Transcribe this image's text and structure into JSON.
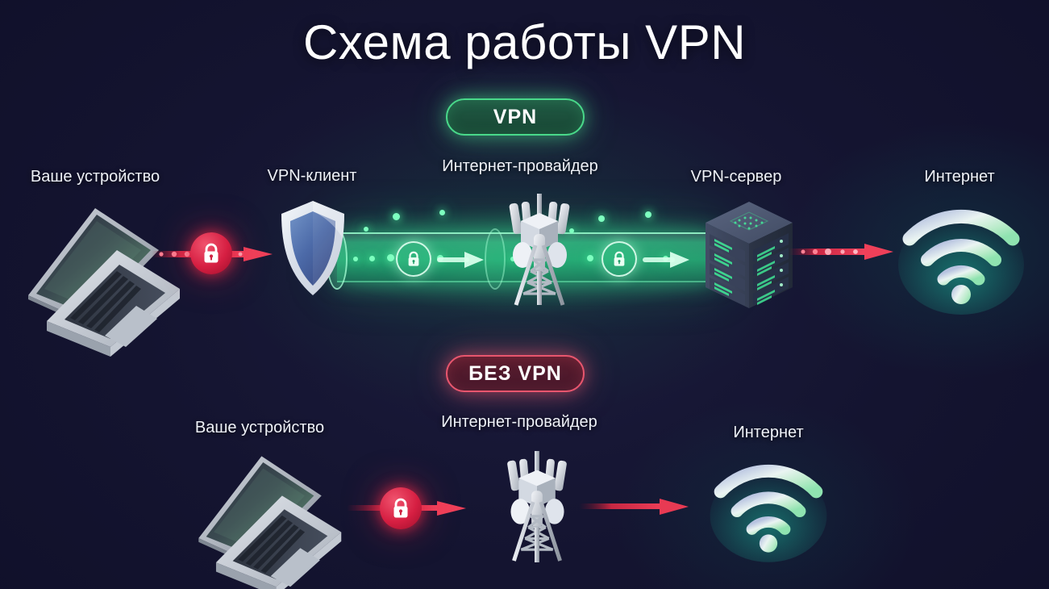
{
  "page": {
    "title": "Схема работы VPN",
    "background_color": "#141430",
    "accent_green": "#49d98a",
    "accent_red": "#e8566e"
  },
  "badges": {
    "vpn": "VPN",
    "no_vpn": "БЕЗ VPN"
  },
  "rows": {
    "with_vpn": {
      "labels": {
        "device": "Ваше устройство",
        "vpn_client": "VPN-клиент",
        "isp": "Интернет-провайдер",
        "vpn_server": "VPN-сервер",
        "internet": "Интернет"
      },
      "icons": {
        "device": "laptop-icon",
        "lock": "lock-icon",
        "shield": "shield-icon",
        "tunnel": "encrypted-tunnel",
        "tower": "cell-tower-icon",
        "server": "server-rack-icon",
        "internet": "wifi-icon",
        "arrow": "arrow-right-icon"
      }
    },
    "without_vpn": {
      "labels": {
        "device": "Ваше устройство",
        "isp": "Интернет-провайдер",
        "internet": "Интернет"
      },
      "icons": {
        "device": "laptop-icon",
        "lock": "lock-icon",
        "tower": "cell-tower-icon",
        "internet": "wifi-icon",
        "arrow": "arrow-right-icon"
      }
    }
  }
}
